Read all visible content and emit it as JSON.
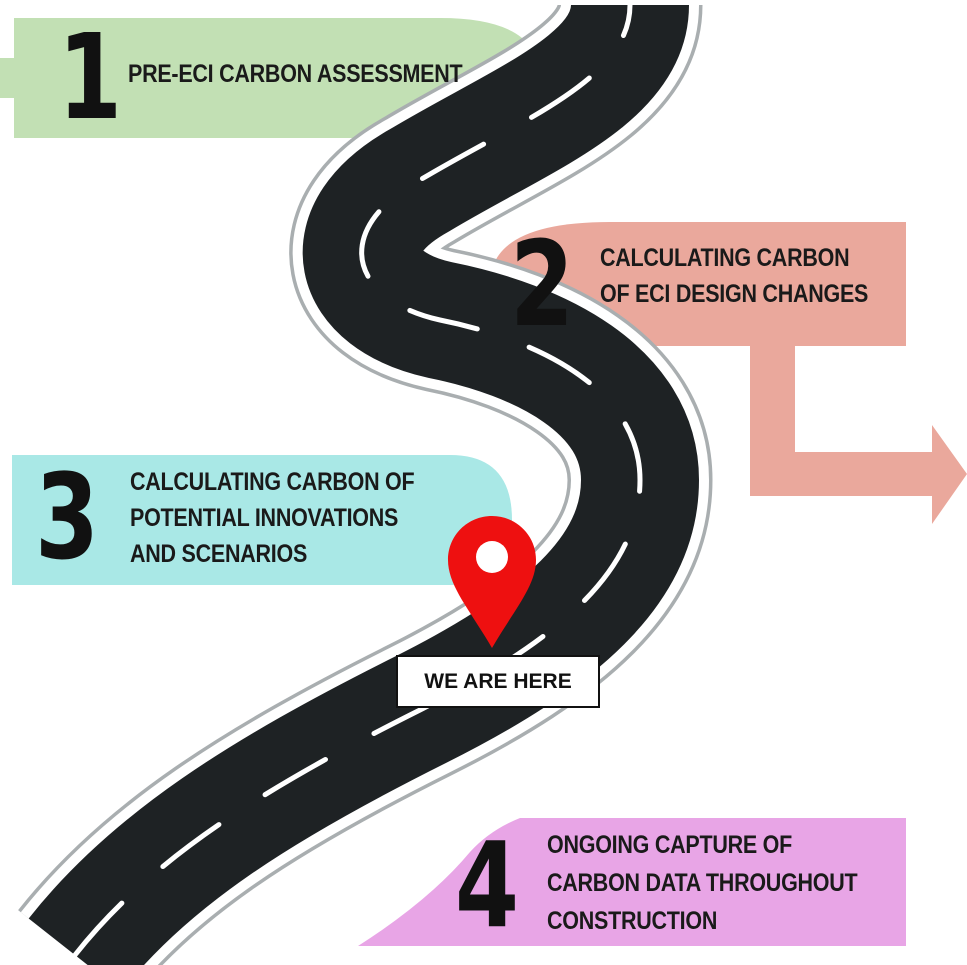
{
  "steps": [
    {
      "number": "1",
      "label_lines": [
        "PRE-ECI CARBON ASSESSMENT"
      ],
      "color": "#c2e0b4"
    },
    {
      "number": "2",
      "label_lines": [
        "CALCULATING CARBON",
        "OF ECI DESIGN CHANGES"
      ],
      "color": "#eaa89c"
    },
    {
      "number": "3",
      "label_lines": [
        "CALCULATING CARBON OF",
        "POTENTIAL INNOVATIONS",
        "AND SCENARIOS"
      ],
      "color": "#a9e8e6"
    },
    {
      "number": "4",
      "label_lines": [
        "ONGOING CAPTURE OF",
        "CARBON DATA THROUGHOUT",
        "CONSTRUCTION"
      ],
      "color": "#e8a5e6"
    }
  ],
  "marker": {
    "label": "WE ARE HERE",
    "pin_color": "#ee1010"
  },
  "road": {
    "surface_color": "#1e2224",
    "edge_color": "#ffffff",
    "shoulder_color": "#9aa0a2"
  }
}
